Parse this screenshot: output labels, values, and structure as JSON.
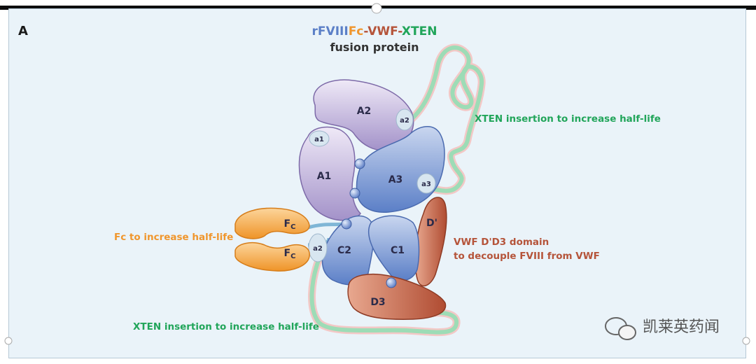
{
  "panel_label": "A",
  "title": {
    "part1": "rFVIII",
    "part2": "Fc",
    "part3": "-VWF-",
    "part4": "XTEN",
    "subtitle": "fusion protein"
  },
  "domains": {
    "a2_main": "A2",
    "a1_main": "A1",
    "a3_main": "A3",
    "c1": "C1",
    "c2": "C2",
    "d_prime": "D'",
    "d3": "D3",
    "small_a1": "a1",
    "small_a2_top": "a2",
    "small_a3": "a3",
    "small_a2_bottom": "a2",
    "fc_top": "F",
    "fc_top_sub": "C",
    "fc_bottom": "F",
    "fc_bottom_sub": "C"
  },
  "annotations": {
    "xten_top": "XTEN insertion to increase half-life",
    "xten_bottom": "XTEN insertion to increase half-life",
    "fc": "Fc to increase half-life",
    "vwf_line1": "VWF D'D3 domain",
    "vwf_line2": "to decouple FVIII from VWF"
  },
  "watermark": "凯莱英药闻",
  "colors": {
    "fviii": "#5b7fc7",
    "fc": "#f0962d",
    "vwf": "#b5543a",
    "xten": "#21a55a"
  }
}
